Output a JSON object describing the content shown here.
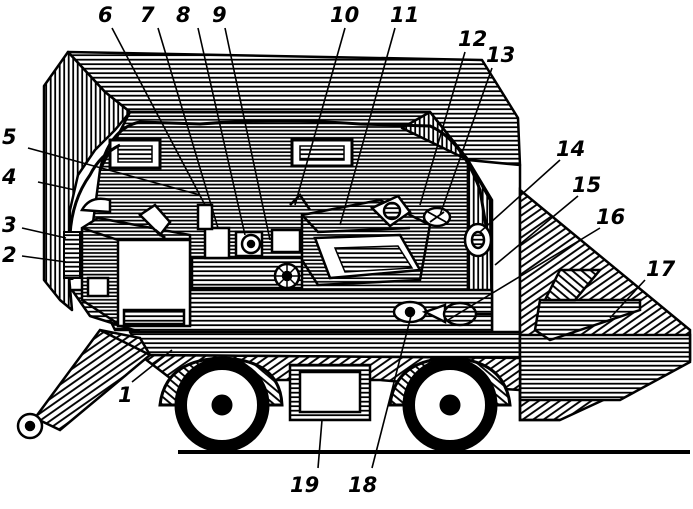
{
  "diagram": {
    "ink_color": "#000000",
    "background_color": "#ffffff",
    "callouts": [
      "1",
      "2",
      "3",
      "4",
      "5",
      "6",
      "7",
      "8",
      "9",
      "10",
      "11",
      "12",
      "13",
      "14",
      "15",
      "16",
      "17",
      "18",
      "19"
    ]
  }
}
